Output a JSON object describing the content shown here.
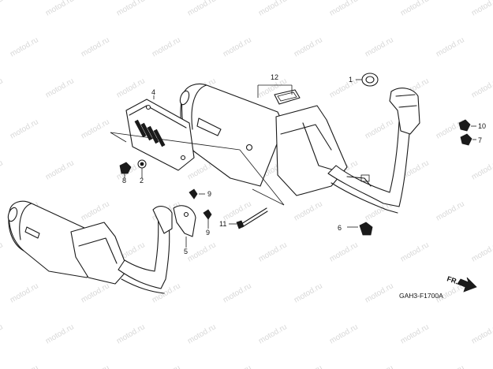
{
  "watermark": "motod.ru",
  "parts": [
    {
      "id": "p1",
      "number": "1"
    },
    {
      "id": "p2",
      "number": "2"
    },
    {
      "id": "p4",
      "number": "4"
    },
    {
      "id": "p5",
      "number": "5"
    },
    {
      "id": "p6",
      "number": "6"
    },
    {
      "id": "p7",
      "number": "7"
    },
    {
      "id": "p8",
      "number": "8"
    },
    {
      "id": "p9a",
      "number": "9"
    },
    {
      "id": "p9b",
      "number": "9"
    },
    {
      "id": "p10",
      "number": "10"
    },
    {
      "id": "p11",
      "number": "11"
    },
    {
      "id": "p12",
      "number": "12"
    }
  ],
  "direction_marker": "FR.",
  "diagram_code": "GAH3-F1700A",
  "colors": {
    "line": "#1a1a1a",
    "watermark": "#d8d8d8",
    "background": "#ffffff"
  }
}
